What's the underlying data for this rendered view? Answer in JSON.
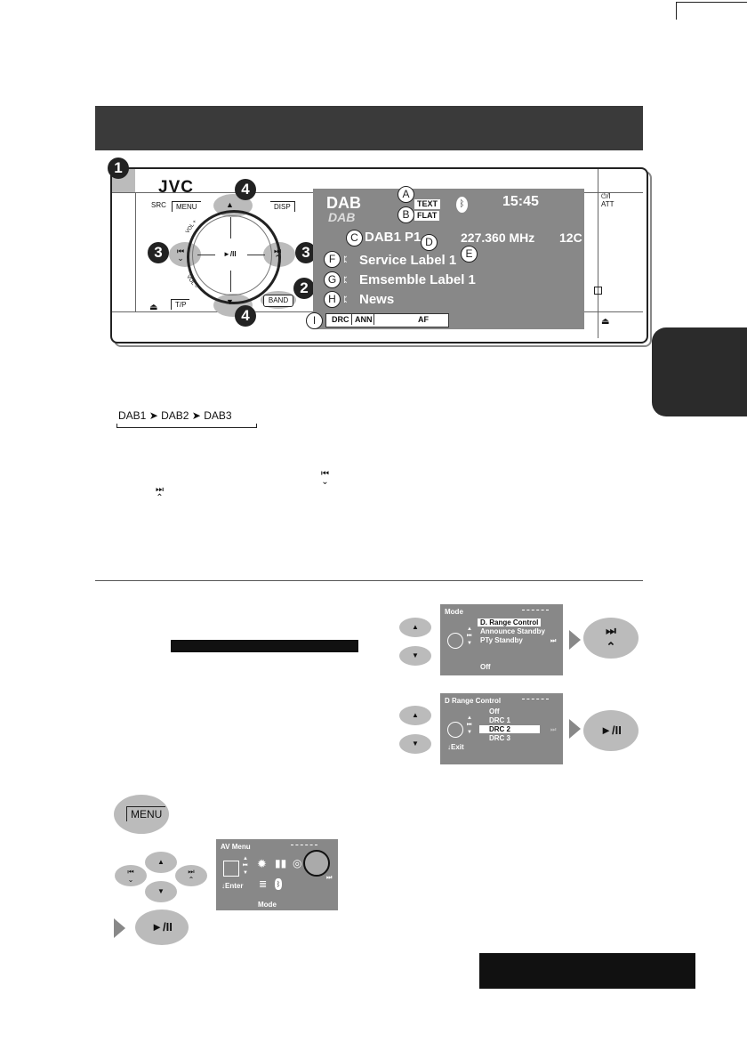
{
  "device": {
    "brand": "JVC",
    "labels": {
      "src": "SRC",
      "menu": "MENU",
      "disp": "DISP",
      "power_att": "⏻/I\nATT",
      "vol_plus": "VOL +",
      "vol_minus": "VOL −",
      "tp": "T/P",
      "band": "BAND",
      "play_pause": "►/II",
      "eject": "⏏"
    },
    "callouts": [
      "1",
      "2",
      "3",
      "3",
      "4",
      "4"
    ]
  },
  "display": {
    "logo_line1": "DAB",
    "logo_line2": "DAB",
    "tag_text": "TEXT",
    "tag_flat": "FLAT",
    "clock": "15:45",
    "band": "DAB1",
    "preset": "P1",
    "frequency": "227.360 MHz",
    "channel": "12C",
    "service_label": "Service Label 1",
    "ensemble_label": "Emsemble Label 1",
    "pty": "News",
    "status": {
      "drc": "DRC",
      "ann": "ANN",
      "af": "AF"
    },
    "letters": {
      "a": "A",
      "b": "B",
      "c": "C",
      "d": "D",
      "e": "E",
      "f": "F",
      "g": "G",
      "h": "H",
      "i": "I"
    }
  },
  "sequence": [
    "DAB1",
    "DAB2",
    "DAB3"
  ],
  "mode_screen": {
    "title": "Mode",
    "items": [
      "D. Range Control",
      "Announce Standby",
      "PTy Standby"
    ],
    "selected": 0,
    "footer": "Off"
  },
  "drc_screen": {
    "title": "D Range Control",
    "items": [
      "Off",
      "DRC 1",
      "DRC 2",
      "DRC 3"
    ],
    "selected": 2,
    "footer": "Exit"
  },
  "av_menu": {
    "title": "AV Menu",
    "enter": "Enter",
    "footer": "Mode"
  },
  "buttons": {
    "menu": "MENU",
    "play_pause": "►/II",
    "next": "⏭",
    "prev": "⏮"
  },
  "colors": {
    "screen": "#888888",
    "title_bar": "#3a3a3a",
    "button_grey": "#bbbbbb"
  }
}
